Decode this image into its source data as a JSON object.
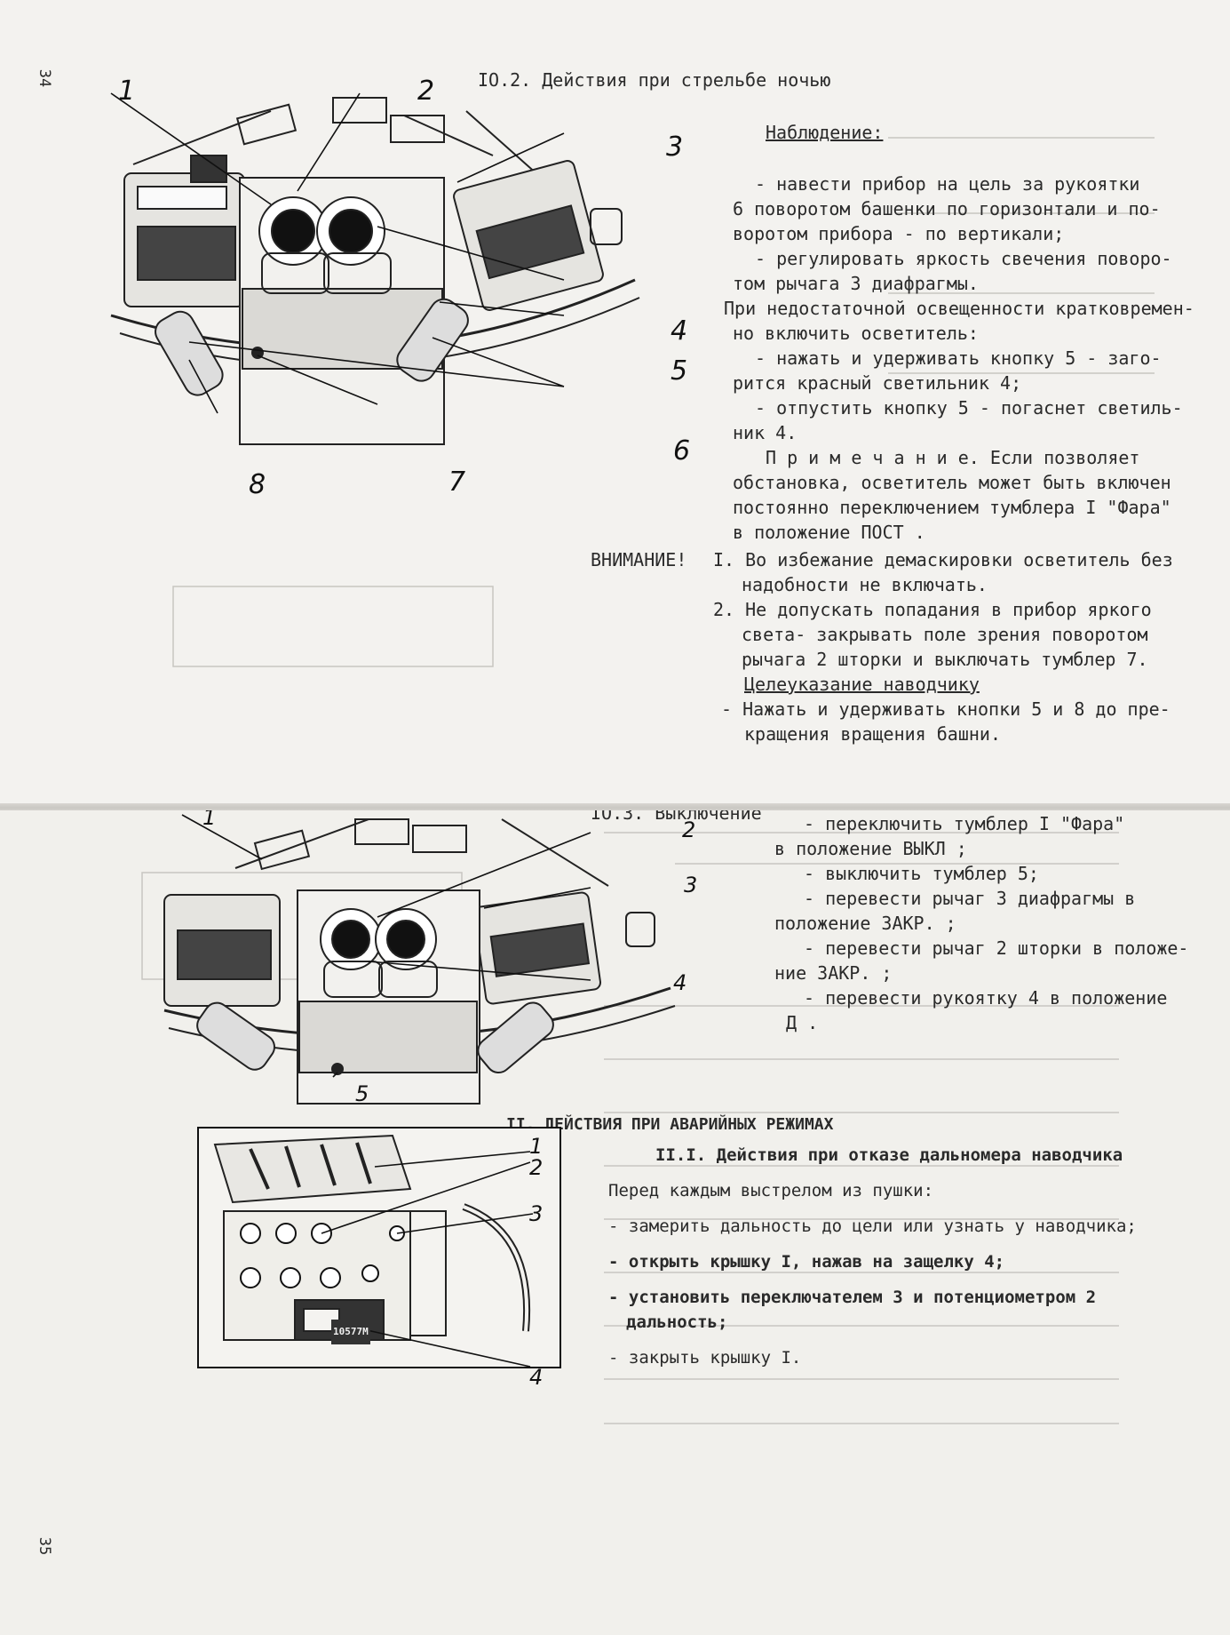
{
  "page_numbers": {
    "top": "34",
    "bottom": "35"
  },
  "top": {
    "section_title": "IO.2. Действия при стрельбе ночью",
    "observation_heading": "Наблюдение:",
    "lines": [
      "- навести прибор на цель за рукоятки",
      "6 поворотом башенки по горизонтали и по-",
      "воротом прибора - по вертикали;",
      "- регулировать яркость свечения поворо-",
      "том рычага 3 диафрагмы.",
      "При недостаточной освещенности кратковремен-",
      "но включить осветитель:",
      "- нажать и удерживать кнопку 5 - заго-",
      "рится красный светильник 4;",
      "- отпустить кнопку 5 - погаснет светиль-",
      "ник 4.",
      "П р и м е ч а н и е. Если позволяет",
      "обстановка, осветитель может быть включен",
      "постоянно переключением тумблера I \"Фара\"",
      "в положение  ПОСТ ."
    ],
    "attention_label": "ВНИМАНИЕ!",
    "attention_lines": [
      "I. Во избежание демаскировки осветитель без",
      "надобности не включать.",
      "2. Не допускать попадания в прибор яркого",
      "света- закрывать поле зрения  поворотом",
      "рычага 2 шторки и выключать тумблер 7."
    ],
    "target_heading": "Целеуказание  наводчику",
    "target_lines": [
      "- Нажать и удерживать кнопки 5 и 8 до пре-",
      "кращения вращения башни."
    ],
    "callouts": [
      "1",
      "2",
      "3",
      "4",
      "5",
      "6",
      "7",
      "8"
    ]
  },
  "bottom": {
    "section_title": "IO.3. Выключение",
    "lines": [
      "- переключить тумблер I \"Фара\"",
      "в положение  ВЫКЛ ;",
      "- выключить тумблер 5;",
      "- перевести рычаг 3 диафрагмы в",
      "положение  ЗАКР. ;",
      "- перевести рычаг 2 шторки в положе-",
      "ние  ЗАКР. ;",
      "- перевести рукоятку 4 в положение",
      "Д ."
    ],
    "callouts": [
      "1",
      "2",
      "3",
      "4",
      "5"
    ],
    "emergency_heading": "II. ДЕЙСТВИЯ ПРИ АВАРИЙНЫХ РЕЖИМАХ",
    "rangefinder_title": "II.I. Действия при отказе дальномера наводчика",
    "before_shot": "Перед каждым выстрелом из пушки:",
    "steps": [
      "- замерить дальность до цели   или узнать у наводчика;",
      "- открыть крышку I, нажав на защелку 4;",
      "- установить переключателем 3 и потенциометром 2",
      "дальность;",
      "- закрыть крышку I."
    ],
    "panel_callouts": [
      "1",
      "2",
      "3",
      "4"
    ],
    "panel_label": "10577M"
  }
}
